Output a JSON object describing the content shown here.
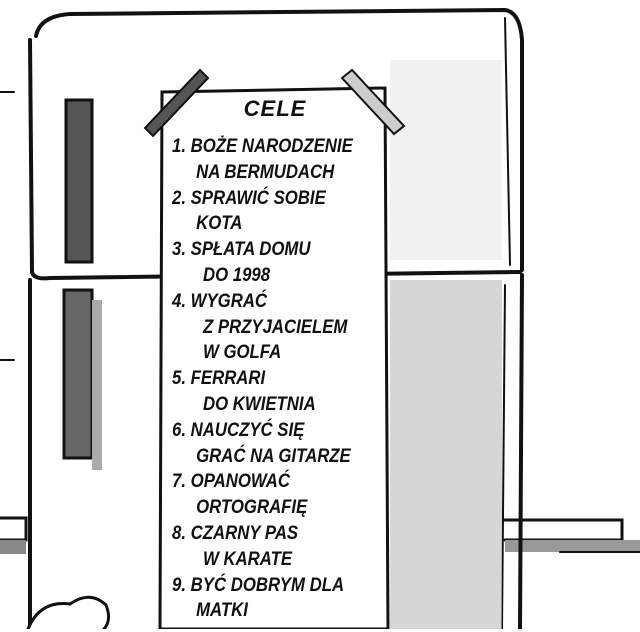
{
  "note": {
    "title": "CELE",
    "goals": [
      {
        "number": "1.",
        "lines": [
          "BOŻE NARODZENIE",
          "NA BERMUDACH"
        ]
      },
      {
        "number": "2.",
        "lines": [
          "SPRAWIĆ SOBIE",
          "KOTA"
        ]
      },
      {
        "number": "3.",
        "lines": [
          "SPŁATA DOMU",
          "DO 1998"
        ]
      },
      {
        "number": "4.",
        "lines": [
          "WYGRAĆ",
          "Z PRZYJACIELEM",
          "W GOLFA"
        ]
      },
      {
        "number": "5.",
        "lines": [
          "FERRARI",
          "DO KWIETNIA"
        ]
      },
      {
        "number": "6.",
        "lines": [
          "NAUCZYĆ SIĘ",
          "GRAĆ NA GITARZE"
        ]
      },
      {
        "number": "7.",
        "lines": [
          "OPANOWAĆ",
          "ORTOGRAFIĘ"
        ]
      },
      {
        "number": "8.",
        "lines": [
          "CZARNY PAS",
          "W KARATE"
        ]
      },
      {
        "number": "9.",
        "lines": [
          "BYĆ DOBRYM DLA",
          "MATKI"
        ]
      }
    ]
  }
}
